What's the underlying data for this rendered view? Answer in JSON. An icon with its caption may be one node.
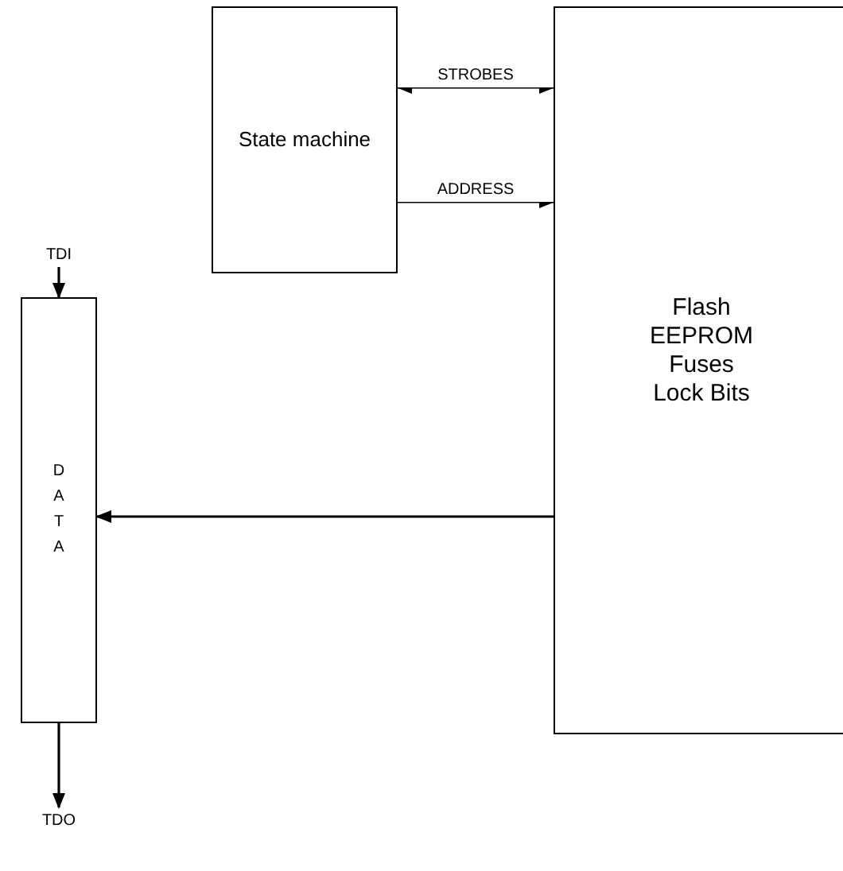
{
  "diagram": {
    "nodes": [
      {
        "text": [
          "State machine"
        ]
      },
      {
        "text": [
          "Flash EEPROM Fuses Lock Bits"
        ]
      },
      {
        "text": [
          "TDI"
        ]
      },
      {
        "text": [
          "DATA"
        ]
      },
      {
        "text": [
          "TDO"
        ]
      }
    ],
    "edges": [
      {
        "from": 0,
        "to": 1,
        "arrow": "both",
        "label": "STROBES"
      },
      {
        "from": 0,
        "to": 1,
        "arrow": "to",
        "label": "ADDRESS"
      },
      {
        "from": 1,
        "to": 3,
        "arrow": "to"
      },
      {
        "from": 2,
        "to": 3,
        "arrow": "to"
      },
      {
        "from": 3,
        "to": 4,
        "arrow": "to"
      }
    ]
  }
}
